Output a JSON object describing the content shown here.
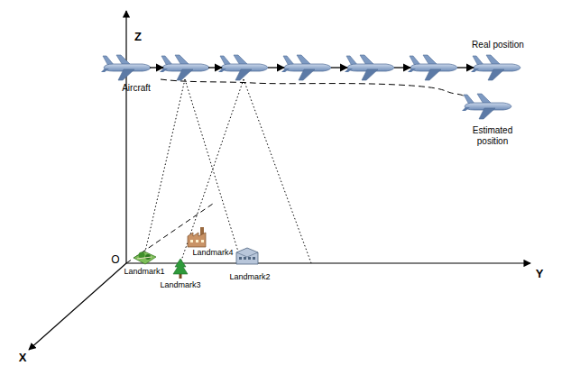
{
  "diagram": {
    "labels": [
      "Z",
      "Real position",
      "Aircraft",
      "Estimated position",
      "O",
      "Y",
      "X",
      "Landmark1",
      "Landmark4",
      "Landmark3",
      "Landmark2"
    ]
  }
}
